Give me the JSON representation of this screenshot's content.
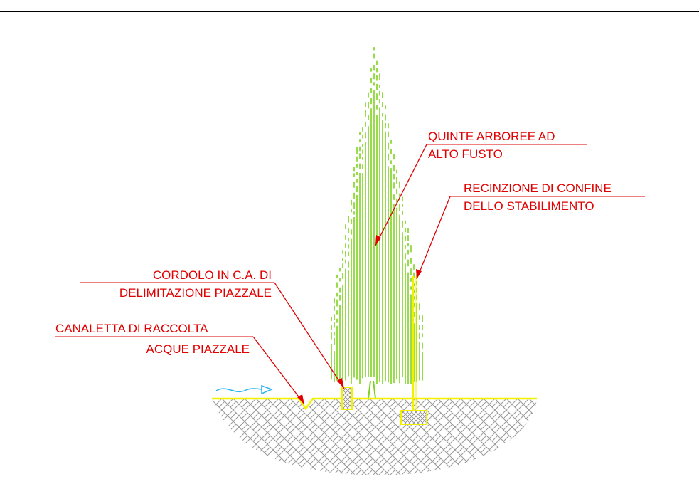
{
  "colors": {
    "background": "#ffffff",
    "frame_line": "#000000",
    "annotation": "#e00000",
    "tree": "#7ed321",
    "ground_line": "#f2f200",
    "soil_hatch": "#9a9a9a",
    "water_arrow": "#2ab4f0"
  },
  "labels": {
    "trees": {
      "line1": "QUINTE ARBOREE AD",
      "line2": "ALTO FUSTO"
    },
    "fence": {
      "line1": "RECINZIONE DI CONFINE",
      "line2": "DELLO STABILIMENTO"
    },
    "curb": {
      "line1": "CORDOLO IN C.A. DI",
      "line2": "DELIMITAZIONE PIAZZALE"
    },
    "channel": {
      "line1": "CANALETTA DI RACCOLTA",
      "line2": "ACQUE PIAZZALE"
    }
  }
}
